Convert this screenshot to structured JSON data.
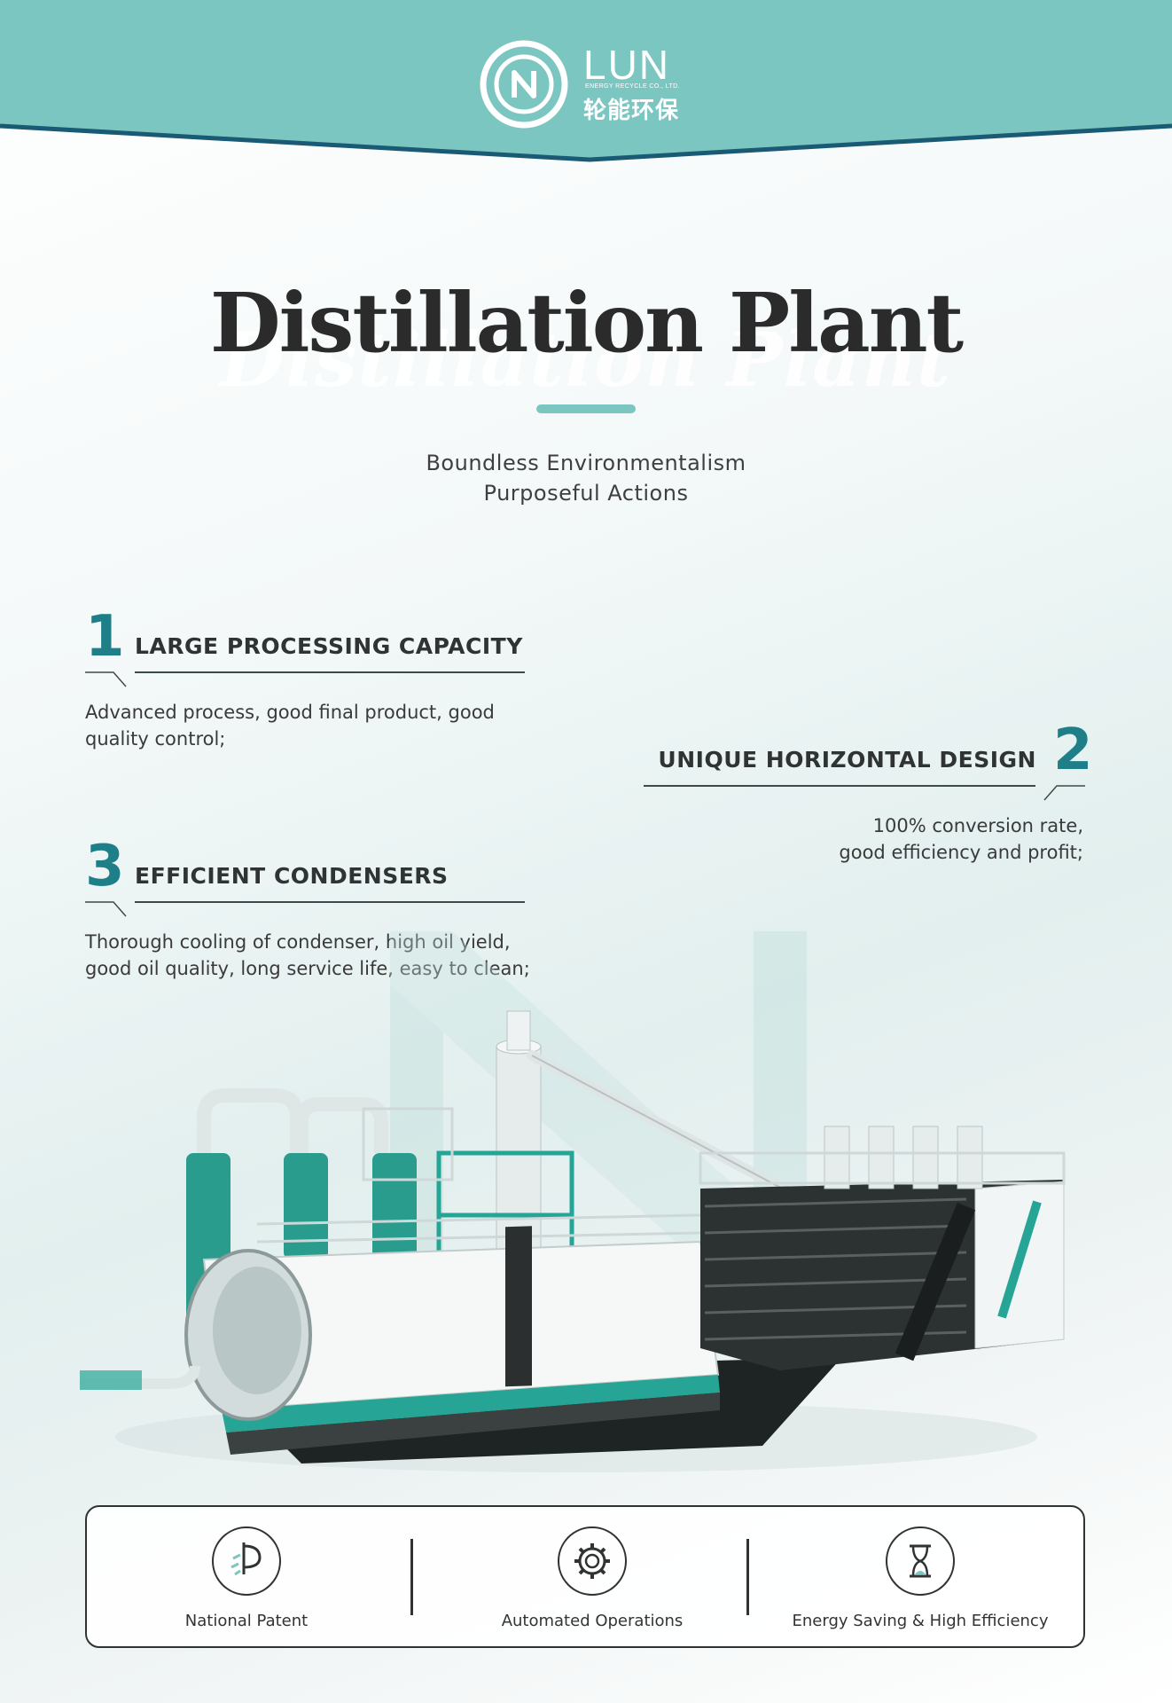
{
  "brand": {
    "name": "LUN",
    "subtitle": "ENERGY RECYCLE CO., LTD.",
    "name_cn": "轮能环保",
    "colors": {
      "teal": "#7cc6c2",
      "dark_teal": "#1e7f88",
      "navy": "#1a5a75"
    }
  },
  "hero": {
    "title": "Distillation Plant",
    "slogan_line1": "Boundless Environmentalism",
    "slogan_line2": "Purposeful Actions"
  },
  "features": [
    {
      "number": "1",
      "title": "LARGE PROCESSING CAPACITY",
      "desc_line1": "Advanced process, good final product, good",
      "desc_line2": "quality control;"
    },
    {
      "number": "2",
      "title": "UNIQUE HORIZONTAL DESIGN",
      "desc_line1": "100% conversion rate,",
      "desc_line2": "good efficiency and profit;"
    },
    {
      "number": "3",
      "title": "EFFICIENT CONDENSERS",
      "desc_line1": "Thorough cooling of condenser, high oil yield,",
      "desc_line2": "good oil quality, long service life, easy to clean;"
    }
  ],
  "badges": [
    {
      "icon": "patent-icon",
      "label": "National Patent"
    },
    {
      "icon": "gear-icon",
      "label": "Automated Operations"
    },
    {
      "icon": "hourglass-icon",
      "label": "Energy Saving & High Efficiency"
    }
  ]
}
